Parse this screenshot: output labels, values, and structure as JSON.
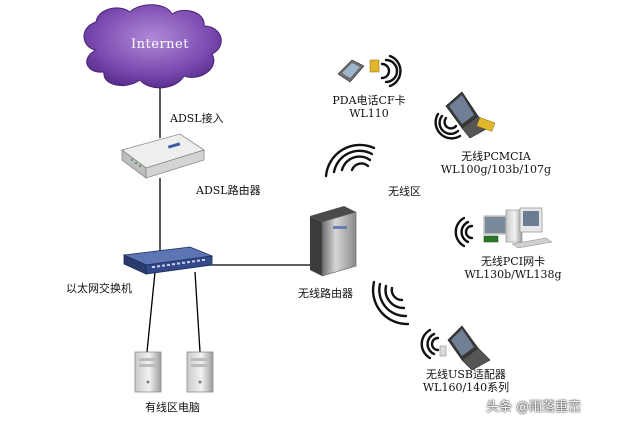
{
  "internet": {
    "label": "Internet"
  },
  "adsl_access": {
    "label": "ADSL接入"
  },
  "adsl_router": {
    "label": "ADSL路由器"
  },
  "ethernet_switch": {
    "label": "以太网交换机"
  },
  "wired_pcs": {
    "label": "有线区电脑"
  },
  "wireless_router": {
    "label": "无线路由器"
  },
  "wireless_zone": {
    "label": "无线区"
  },
  "clients": [
    {
      "line1": "PDA电话CF卡",
      "line2": "WL110"
    },
    {
      "line1": "无线PCMCIA",
      "line2": "WL100g/103b/107g"
    },
    {
      "line1": "无线PCI网卡",
      "line2": "WL130b/WL138g"
    },
    {
      "line1": "无线USB适配器",
      "line2": "WL160/140系列"
    }
  ],
  "watermark": {
    "text": "头条 @雨落重峦"
  },
  "colors": {
    "cloud": "#7b4bb0",
    "line": "#000000",
    "switch": "#2f4a86",
    "signal": "#111111"
  },
  "icons": [
    "cloud-icon",
    "adsl-router-icon",
    "switch-icon",
    "wireless-router-icon",
    "pc-tower-icon",
    "pda-icon",
    "laptop-icon",
    "desktop-pc-icon",
    "wifi-signal-icon"
  ]
}
